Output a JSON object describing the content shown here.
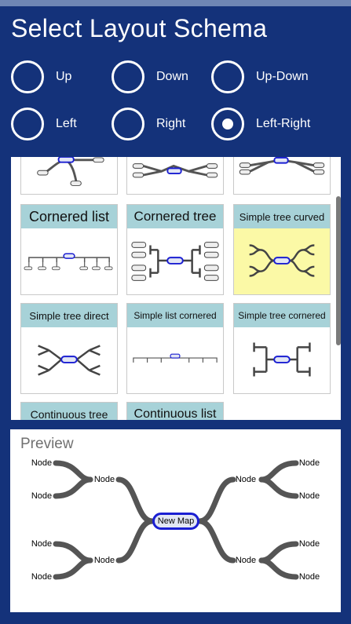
{
  "title": "Select Layout Schema",
  "options": [
    {
      "label": "Up",
      "selected": false
    },
    {
      "label": "Down",
      "selected": false
    },
    {
      "label": "Up-Down",
      "selected": false
    },
    {
      "label": "Left",
      "selected": false
    },
    {
      "label": "Right",
      "selected": false
    },
    {
      "label": "Left-Right",
      "selected": true
    }
  ],
  "layouts": [
    {
      "label": "Cornered list"
    },
    {
      "label": "Cornered tree"
    },
    {
      "label": "Simple tree curved"
    },
    {
      "label": "Simple tree direct"
    },
    {
      "label": "Simple list cornered"
    },
    {
      "label": "Simple tree cornered"
    },
    {
      "label": "Continuous tree"
    },
    {
      "label": "Continuous list"
    }
  ],
  "preview": {
    "title": "Preview",
    "root": "New Map",
    "node_label": "Node"
  },
  "colors": {
    "background": "#14327a",
    "caption": "#a7d2d8",
    "highlight": "#fbf9a6",
    "root_border": "#1a1ed2"
  }
}
